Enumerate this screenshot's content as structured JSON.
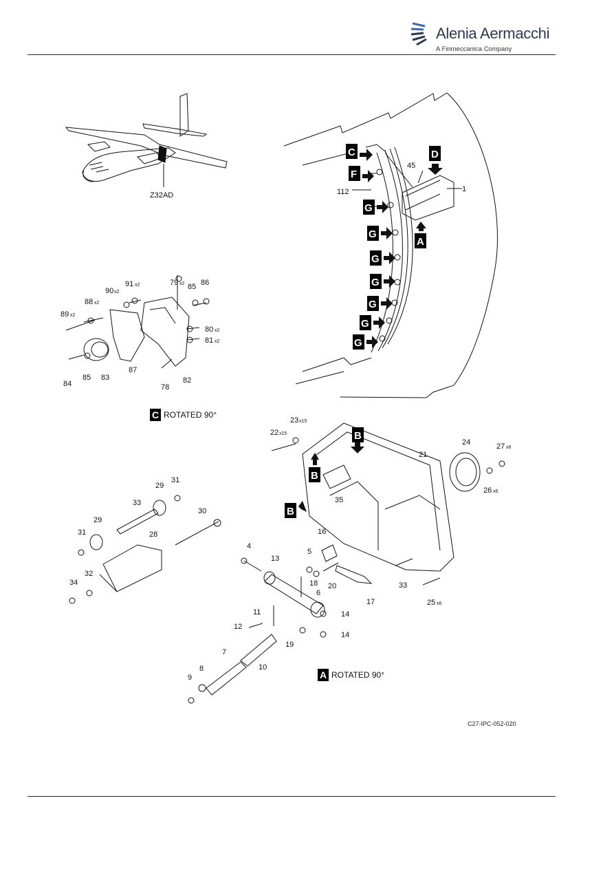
{
  "header": {
    "company_name": "Alenia Aermacchi",
    "company_sub": "A Finmeccanica Company"
  },
  "figure": {
    "code": "C27-IPC-052-020",
    "aircraft_zone": "Z32AD",
    "view_c_caption": "ROTATED 90°",
    "view_a_caption": "ROTATED 90°",
    "view_c_letter": "C",
    "view_a_letter": "A"
  },
  "view_letters": {
    "c": "C",
    "f": "F",
    "d": "D",
    "a": "A",
    "b": "B",
    "g": "G"
  },
  "item_labels": {
    "i1": "1",
    "i45": "45",
    "i112": "112",
    "i79": "79",
    "i79q": "x2",
    "i91": "91",
    "i91q": "x2",
    "i85a": "85",
    "i86": "86",
    "i90": "90",
    "i90q": "x2",
    "i88": "88",
    "i88q": "x2",
    "i89": "89",
    "i89q": "x2",
    "i80": "80",
    "i80q": "x2",
    "i81": "81",
    "i81q": "x2",
    "i84": "84",
    "i85b": "85",
    "i83": "83",
    "i87": "87",
    "i82": "82",
    "i78": "78",
    "i23": "23",
    "i23q": "x15",
    "i22": "22",
    "i22q": "x15",
    "i24": "24",
    "i21": "21",
    "i27": "27",
    "i27q": "x6",
    "i26": "26",
    "i26q": "x6",
    "i35": "35",
    "i29a": "29",
    "i31a": "31",
    "i33a": "33",
    "i30": "30",
    "i29b": "29",
    "i31b": "31",
    "i28": "28",
    "i32": "32",
    "i34": "34",
    "i16": "16",
    "i4": "4",
    "i5": "5",
    "i13": "13",
    "i18": "18",
    "i6": "6",
    "i20": "20",
    "i33b": "33",
    "i17": "17",
    "i25": "25",
    "i25q": "x6",
    "i11": "11",
    "i14a": "14",
    "i12": "12",
    "i14b": "14",
    "i19": "19",
    "i7": "7",
    "i10": "10",
    "i8": "8",
    "i9": "9"
  },
  "colors": {
    "ink": "#111111",
    "logo_blue": "#2a3a55",
    "logo_accent": "#3b6aa8"
  }
}
